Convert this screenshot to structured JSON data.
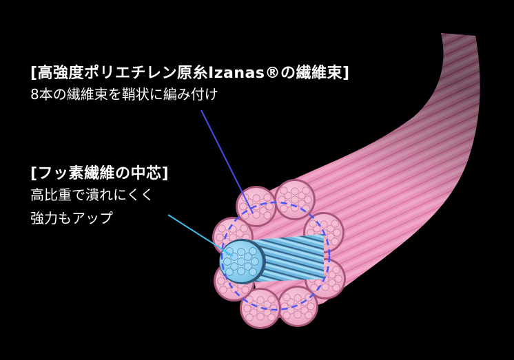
{
  "callouts": [
    {
      "title": "[高強度ポリエチレン原糸Izanas®の繊維束]",
      "lines": [
        "8本の繊維束を鞘状に編み付け"
      ],
      "pointer_color": "#4a4ef0"
    },
    {
      "title": "[フッ素繊維の中芯]",
      "lines": [
        "高比重で潰れにくく",
        "強力もアップ"
      ],
      "pointer_color": "#3fc0ec"
    }
  ],
  "colors": {
    "background": "#000000",
    "sheath": "#f2a6c8",
    "sheath_dark": "#b05a82",
    "core": "#7cc9ec",
    "core_dark": "#3a6f95",
    "dashed_ring": "#4a55f5"
  }
}
